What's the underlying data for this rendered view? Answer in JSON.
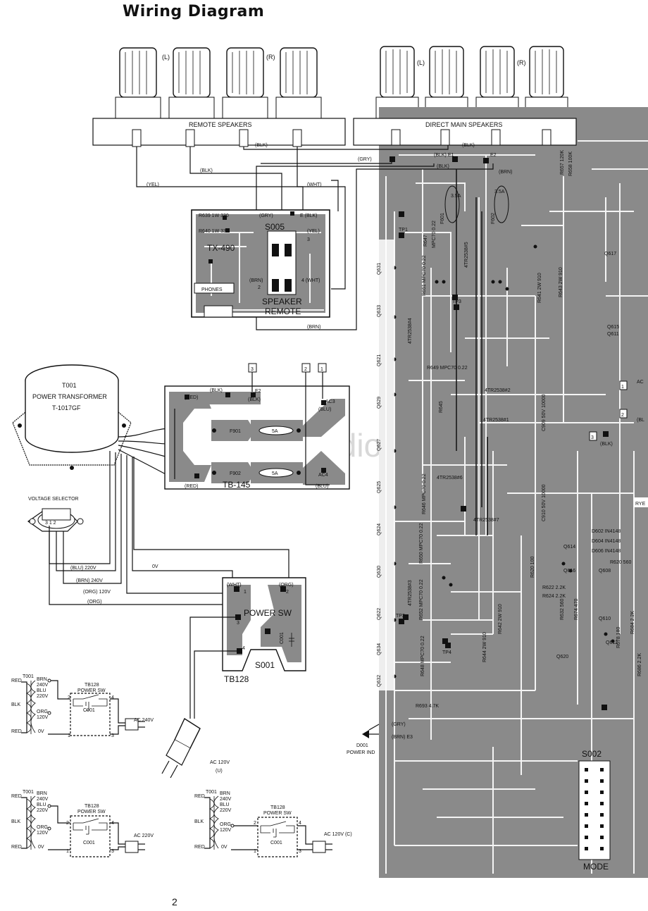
{
  "title": "Wiring Diagram",
  "page_number": "2",
  "watermark": "www.radio",
  "speakers": {
    "remote_label": "REMOTE SPEAKERS",
    "direct_label": "DIRECT MAIN SPEAKERS",
    "left": "(L)",
    "right": "(R)"
  },
  "wires": {
    "blk1": "(BLK)",
    "blk2": "(BLK)",
    "yel": "(YEL)",
    "wht": "(WHT)",
    "gry": "(GRY)",
    "blk_e1": "(BLK) E1",
    "blk3": "(BLK)",
    "e2": "E2",
    "brn": "(BRN)",
    "blk4": "(BLK)"
  },
  "remote_board": {
    "r639": "R639 1W 330",
    "r640": "R640 1W 330",
    "gry": "(GRY)",
    "e_blk": "E (BLK)",
    "s005": "S005",
    "yel": "(YEL)",
    "pin3": "3",
    "tx": "TX-490",
    "phones": "PHONES",
    "brn": "(BRN)",
    "pin2": "2",
    "wht4": "4 (WHT)",
    "label1": "SPEAKER",
    "label2": "REMOTE",
    "brn_bottom": "(BRN)"
  },
  "transformer": {
    "ref": "T001",
    "name": "POWER TRANSFORMER",
    "model": "T-1017GF"
  },
  "fuse_board": {
    "n3": "3",
    "n2": "2",
    "n1": "1",
    "blk": "(BLK)",
    "e2": "E2",
    "blk_e2": "(BLK)",
    "red1": "(RED)",
    "ac3": "AC3",
    "blu1": "(BLU)",
    "f901": "F901",
    "f902": "F902",
    "fuse1": "5A",
    "fuse2": "5A",
    "red2": "(RED)",
    "ac4": "AC4",
    "blu2": "(BLU)",
    "tb": "TB-145"
  },
  "voltage_selector": {
    "label": "VOLTAGE SELECTOR",
    "blu": "(BLU) 220V",
    "brn": "(BRN) 240V",
    "org": "(ORG) 120V",
    "org2": "(ORG)",
    "ov": "0V",
    "pins": "3 1 2"
  },
  "power_sw_board": {
    "wht": "(WHT)",
    "org": "(ORG)",
    "title": "POWER SW",
    "c001": "C001",
    "s001": "S001",
    "tb": "TB128",
    "p1": "1",
    "p2": "2",
    "p3": "3",
    "p4": "4"
  },
  "plug_120": {
    "label": "AC 120V",
    "sub": "(U)"
  },
  "schematic_240": {
    "t": "T001",
    "red": "RED",
    "blk": "BLK",
    "red2": "RED",
    "brn": "BRN",
    "v240": "240V",
    "blu": "BLU",
    "v220": "220V",
    "org": "ORG",
    "v120": "120V",
    "ov": "0V",
    "tb": "TB128",
    "sw": "POWER SW",
    "c": "C001",
    "ac": "AC 240V",
    "n1": "1",
    "n2": "2",
    "n3": "3",
    "n4": "4"
  },
  "schematic_220": {
    "t": "T001",
    "red": "RED",
    "blk": "BLK",
    "red2": "RED",
    "brn": "BRN",
    "v240": "240V",
    "blu": "BLU",
    "v220": "220V",
    "org": "ORG",
    "v120": "120V",
    "ov": "0V",
    "tb": "TB128",
    "sw": "POWER SW",
    "c": "C001",
    "ac": "AC 220V",
    "n1": "1",
    "n2": "2",
    "n3": "3",
    "n4": "4"
  },
  "schematic_120c": {
    "t": "T001",
    "red": "RED",
    "blk": "BLK",
    "red2": "RED",
    "brn": "BRN",
    "v240": "240V",
    "blu": "BLU",
    "v220": "220V",
    "org": "ORG",
    "v120": "120V",
    "ov": "0V",
    "tb": "TB128",
    "sw": "POWER SW",
    "c": "C001",
    "ac": "AC 120V (C)",
    "n1": "1",
    "n2": "2",
    "n3": "3",
    "n4": "4"
  },
  "main_board": {
    "gry_e2": "(GRY)",
    "brn_e3": "(BRN) E3",
    "d001": "D001",
    "power_ind": "POWER IND",
    "s002": "S002",
    "mode": "MODE",
    "tp1": "TP1",
    "tp2": "TP2",
    "tp3": "TP3",
    "tp4": "TP4",
    "f601": "F601",
    "f602": "F602",
    "fuse": "3.5A",
    "fuse2": "3.5A",
    "labels": [
      "R647",
      "MPC70 0.22",
      "R651 MPC70 0.22",
      "4TR2538#5",
      "4TR2538#4",
      "R641 2W 910",
      "R643 2W 910",
      "R649 MPC70 0.22",
      "4TR2538#2",
      "4TR2538#1",
      "R645",
      "C909 50V 10000",
      "C910 50V 10000",
      "4TR2538#6",
      "4TR2538#7",
      "4TR2538#3",
      "R650 MPC70 0.22",
      "R652 MPC70 0.22",
      "R642 2W 910",
      "R644 2W 910",
      "R646 MPC70 0.22",
      "R648 MPC70 0.22",
      "R693 4.7K",
      "Q614",
      "Q616",
      "Q608",
      "Q610",
      "Q612",
      "Q620",
      "Q615",
      "Q617",
      "Q611",
      "D602 IN4148",
      "D604 IN4148",
      "D606 IN4148",
      "R620 100",
      "R622 2.2K",
      "R624 2.2K",
      "R632 560",
      "R674 470",
      "R678 180",
      "R684 2.2K",
      "R686 2.2K",
      "R620 560",
      "R657 120K",
      "R658 100K",
      "Q631",
      "Q633",
      "Q621",
      "Q629",
      "Q627",
      "Q625",
      "Q624",
      "Q630",
      "Q622",
      "Q634",
      "Q632"
    ],
    "box3": "3",
    "box2": "2",
    "box1": "1",
    "blk": "(BLK)",
    "rye": "RYE",
    "ac": "AC",
    "bl": "(BL"
  }
}
